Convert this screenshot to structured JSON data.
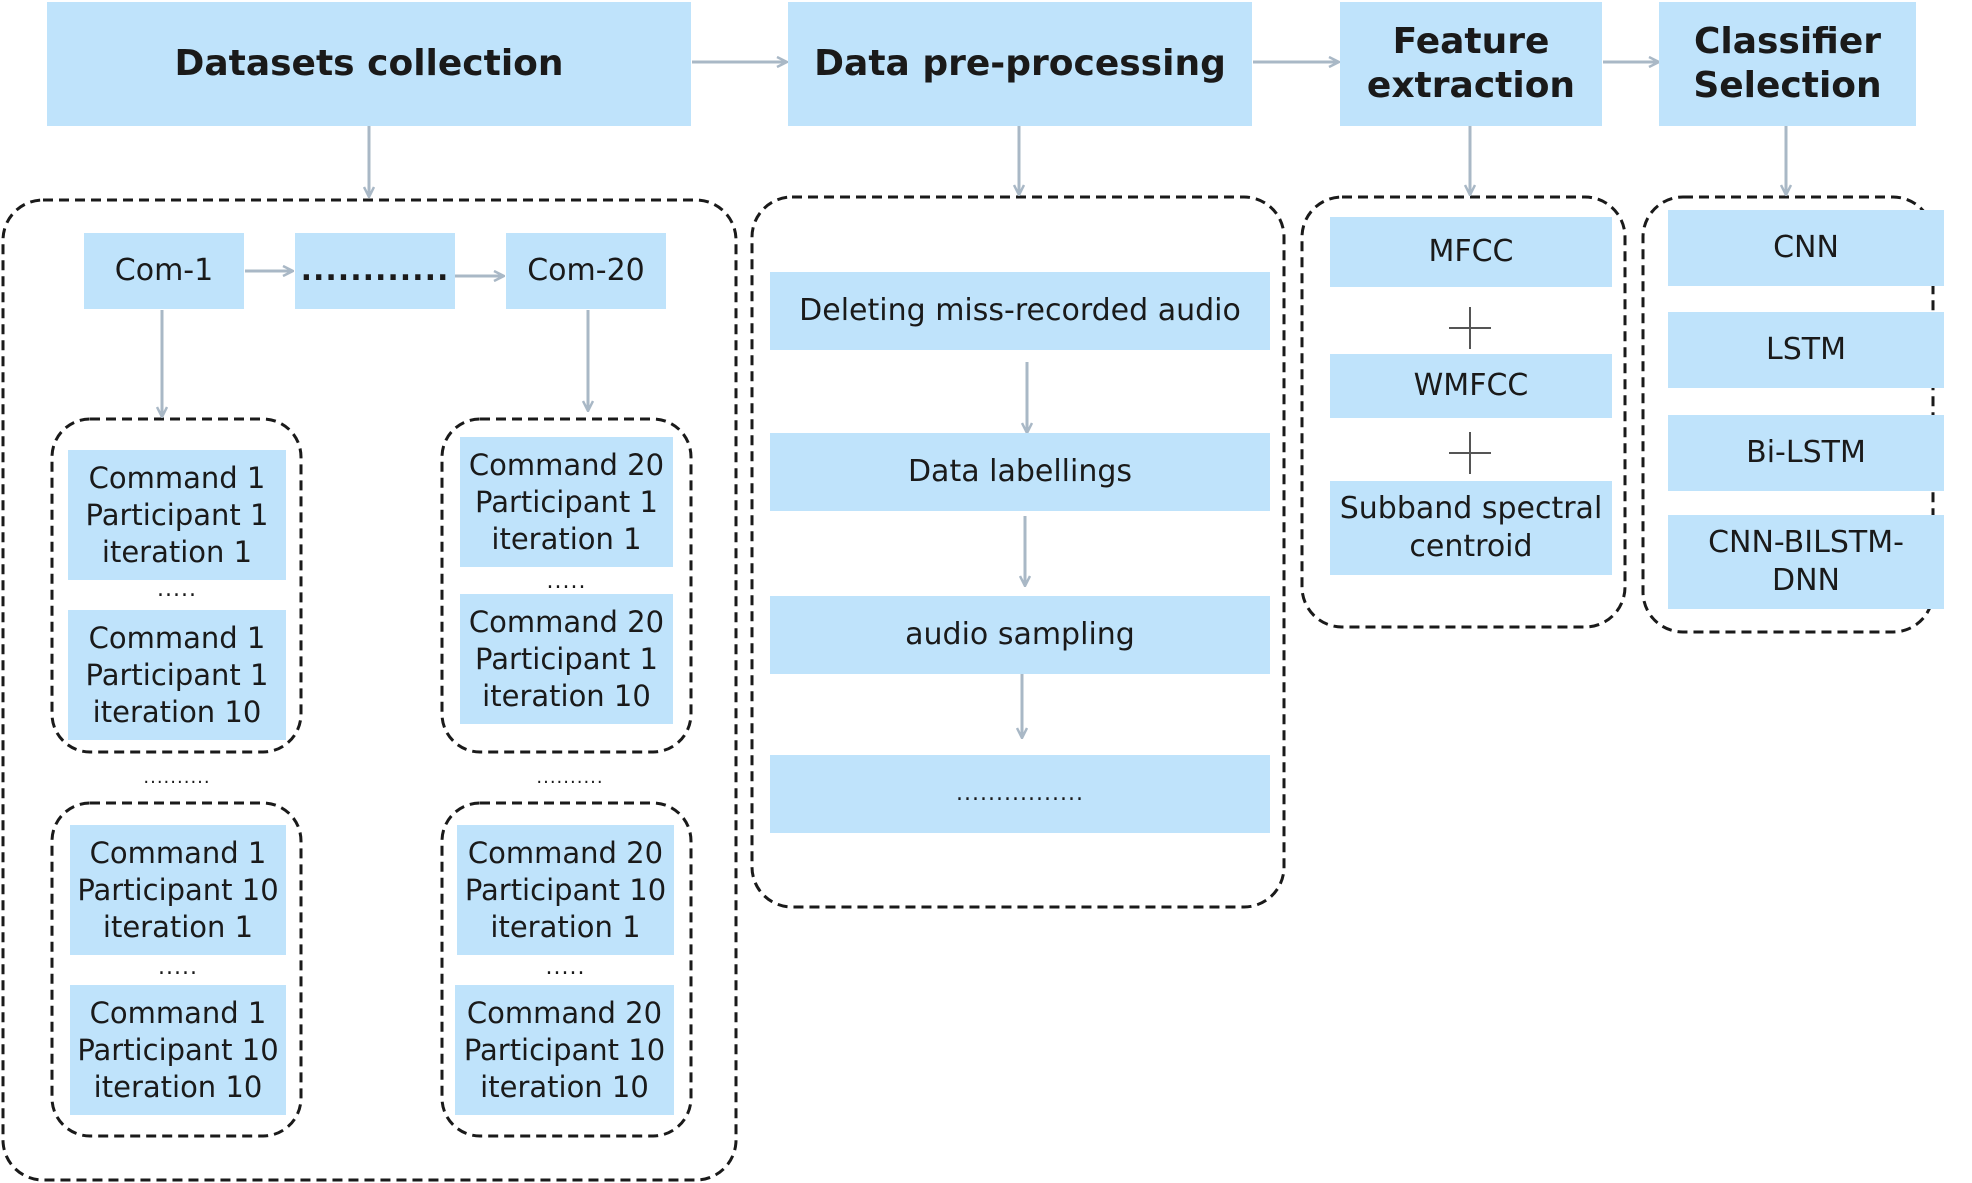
{
  "stages": {
    "datasets": "Datasets collection",
    "preprocessing": "Data pre-processing",
    "features": "Feature\nextraction",
    "classifier": "Classifier\nSelection"
  },
  "datasets": {
    "com_first": "Com-1",
    "com_ellipsis": "............",
    "com_last": "Com-20",
    "group_c1_p1": {
      "first": "Command 1\nParticipant 1\niteration 1",
      "dots": ".....",
      "last": "Command 1\nParticipant 1\niteration 10"
    },
    "group_c20_p1": {
      "first": "Command 20\nParticipant 1\niteration 1",
      "dots": ".....",
      "last": "Command 20\nParticipant 1\niteration 10"
    },
    "left_mid_dots": "..........",
    "right_mid_dots": "..........",
    "group_c1_p10": {
      "first": "Command 1\nParticipant 10\niteration 1",
      "dots": ".....",
      "last": "Command 1\nParticipant 10\niteration 10"
    },
    "group_c20_p10": {
      "first": "Command 20\nParticipant 10\niteration 1",
      "dots": ".....",
      "last": "Command 20\nParticipant 10\niteration 10"
    }
  },
  "preprocessing": {
    "steps": [
      "Deleting miss-recorded audio",
      "Data labellings",
      "audio sampling",
      "................"
    ]
  },
  "features": {
    "items": [
      "MFCC",
      "WMFCC",
      "Subband spectral\ncentroid"
    ]
  },
  "classifiers": {
    "items": [
      "CNN",
      "LSTM",
      "Bi-LSTM",
      "CNN-BILSTM-\nDNN"
    ]
  },
  "colors": {
    "box_fill": "#bfe3fb",
    "arrow": "#a9b8c6",
    "dashed_border": "#1a1a1a"
  }
}
